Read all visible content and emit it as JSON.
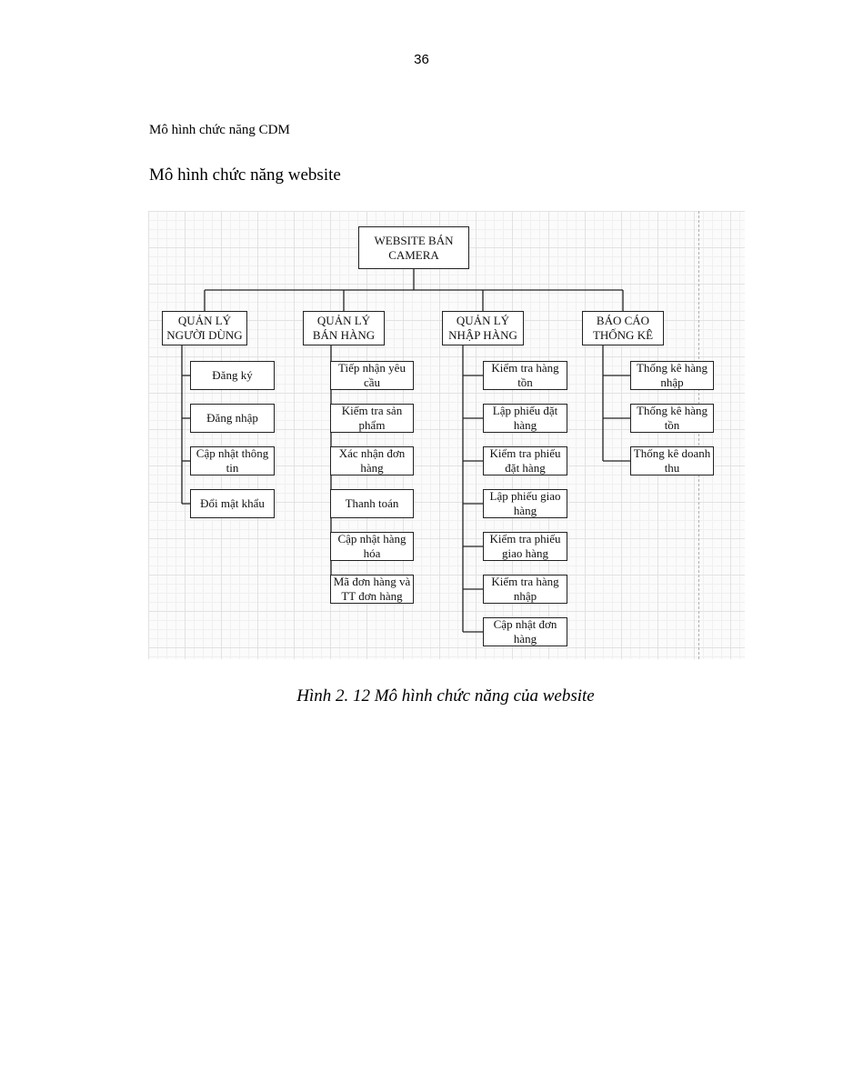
{
  "page_number": "36",
  "heading_small": "Mô hình chức năng CDM",
  "heading_large": "Mô hình chức năng website",
  "caption": "Hình 2. 12 Mô hình chức năng của website",
  "diagram": {
    "root": "WEBSITE BÁN CAMERA",
    "branches": [
      {
        "title": "QUẢN LÝ NGƯỜI DÙNG",
        "items": [
          "Đăng ký",
          "Đăng nhập",
          "Cập nhật thông tin",
          "Đổi mật khẩu"
        ]
      },
      {
        "title": "QUẢN LÝ BÁN HÀNG",
        "items": [
          "Tiếp nhận yêu cầu",
          "Kiểm tra sản phẩm",
          "Xác nhận đơn hàng",
          "Thanh toán",
          "Cập nhật hàng hóa",
          "Mã đơn hàng và TT đơn hàng"
        ]
      },
      {
        "title": "QUẢN LÝ NHẬP HÀNG",
        "items": [
          "Kiểm tra hàng tồn",
          "Lập phiếu đặt hàng",
          "Kiểm tra phiếu đặt hàng",
          "Lập phiếu giao hàng",
          "Kiểm tra phiếu giao hàng",
          "Kiểm tra hàng nhập",
          "Cập nhật đơn hàng"
        ]
      },
      {
        "title": "BÁO CÁO THỐNG KÊ",
        "items": [
          "Thống kê hàng nhập",
          "Thống kê hàng tồn",
          "Thống kê doanh thu"
        ]
      }
    ]
  }
}
